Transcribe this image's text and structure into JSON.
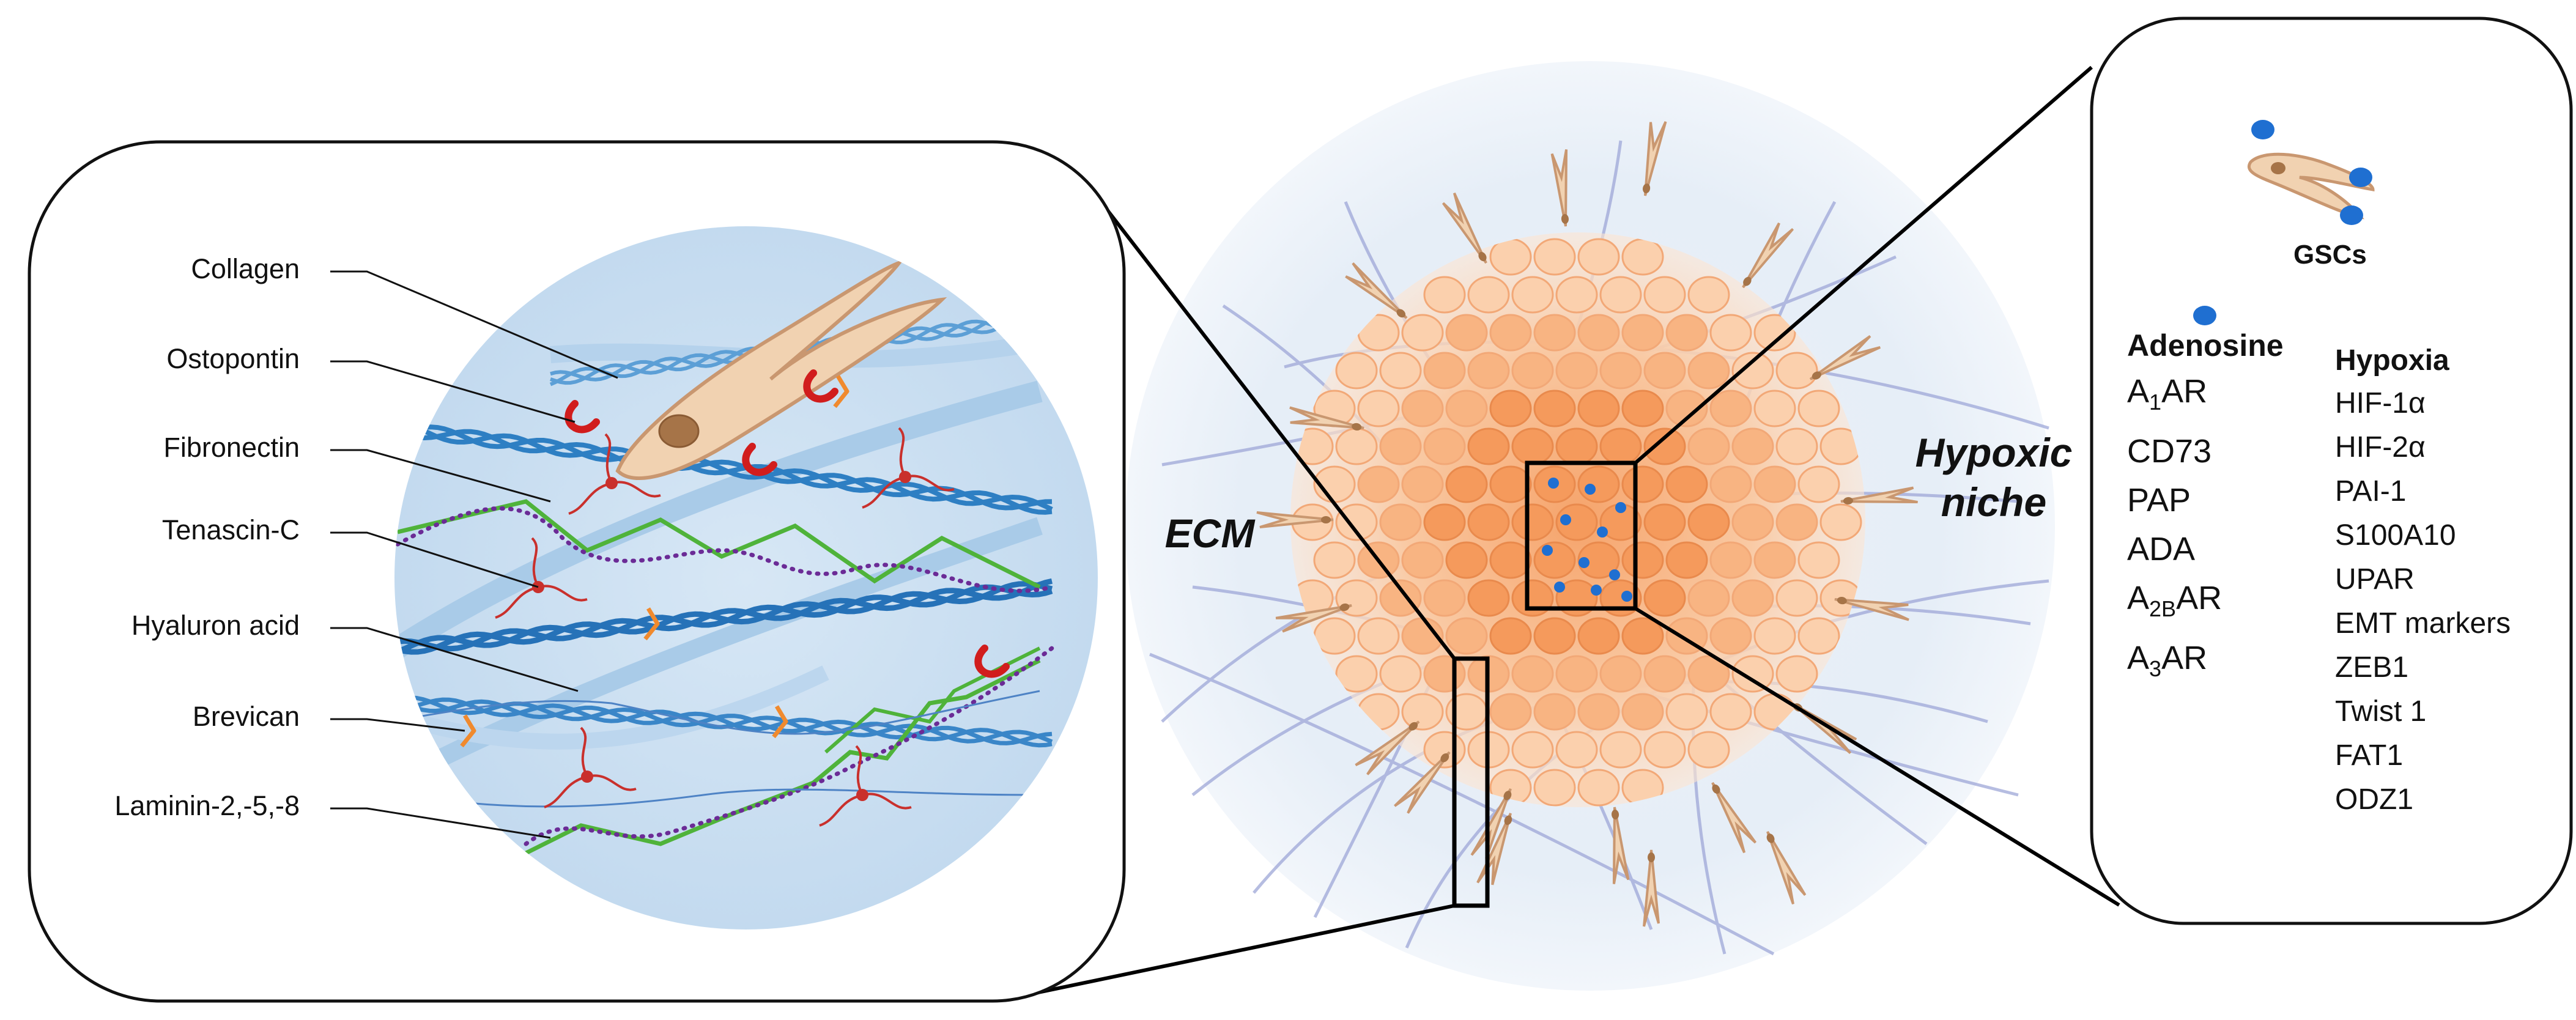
{
  "ecm_panel": {
    "labels": [
      "Collagen",
      "Ostopontin",
      "Fibronectin",
      "Tenascin-C",
      "Hyaluron acid",
      "Brevican",
      "Laminin-2,-5,-8"
    ]
  },
  "center": {
    "ecm_label": "ECM",
    "hypoxic_label_line1": "Hypoxic",
    "hypoxic_label_line2": "niche"
  },
  "right_panel": {
    "gsc_label": "GSCs",
    "adenosine": {
      "title": "Adenosine",
      "items": [
        {
          "base": "A",
          "sub": "1",
          "suffix": "AR"
        },
        {
          "base": "CD73",
          "sub": "",
          "suffix": ""
        },
        {
          "base": "PAP",
          "sub": "",
          "suffix": ""
        },
        {
          "base": "ADA",
          "sub": "",
          "suffix": ""
        },
        {
          "base": "A",
          "sub": "2B",
          "suffix": "AR"
        },
        {
          "base": "A",
          "sub": "3",
          "suffix": "AR"
        }
      ]
    },
    "hypoxia": {
      "title": "Hypoxia",
      "items": [
        "HIF-1α",
        "HIF-2α",
        "PAI-1",
        "S100A10",
        "UPAR",
        "EMT markers",
        "ZEB1",
        "Twist 1",
        "FAT1",
        "ODZ1"
      ]
    }
  },
  "colors": {
    "background_halo": "#e6eef7",
    "tumor_core": "#f4a56a",
    "cell_fill": "#f7be96",
    "gsc_fill": "#f1d2b1",
    "gsc_stroke": "#c99770",
    "nucleus": "#a67448",
    "collagen_blue": "#3a86c8",
    "fibronectin_green": "#4fb33a",
    "laminin_purple": "#6b2b96",
    "osteopontin_red": "#d11d1d",
    "brevican_orange": "#f08a2e",
    "adenosine_dot": "#1f6fd1"
  }
}
